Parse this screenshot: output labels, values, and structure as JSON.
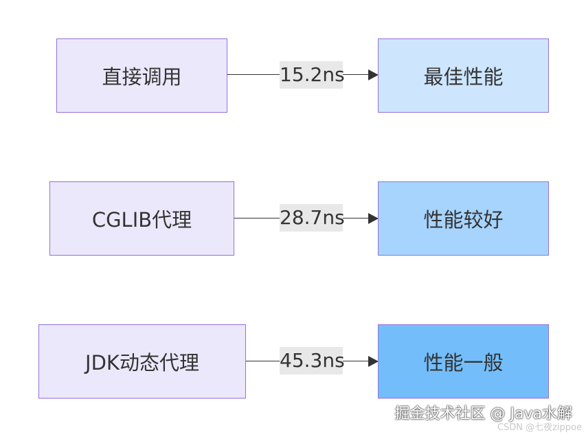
{
  "rows": [
    {
      "source": "直接调用",
      "edge_label": "15.2ns",
      "target": "最佳性能",
      "target_color": "#cde6fd"
    },
    {
      "source": "CGLIB代理",
      "edge_label": "28.7ns",
      "target": "性能较好",
      "target_color": "#a7d4fd"
    },
    {
      "source": "JDK动态代理",
      "edge_label": "45.3ns",
      "target": "性能一般",
      "target_color": "#73befa"
    }
  ],
  "watermark": {
    "main": "掘金技术社区 @ Java水解",
    "sub": "CSDN @七夜zippoe"
  }
}
